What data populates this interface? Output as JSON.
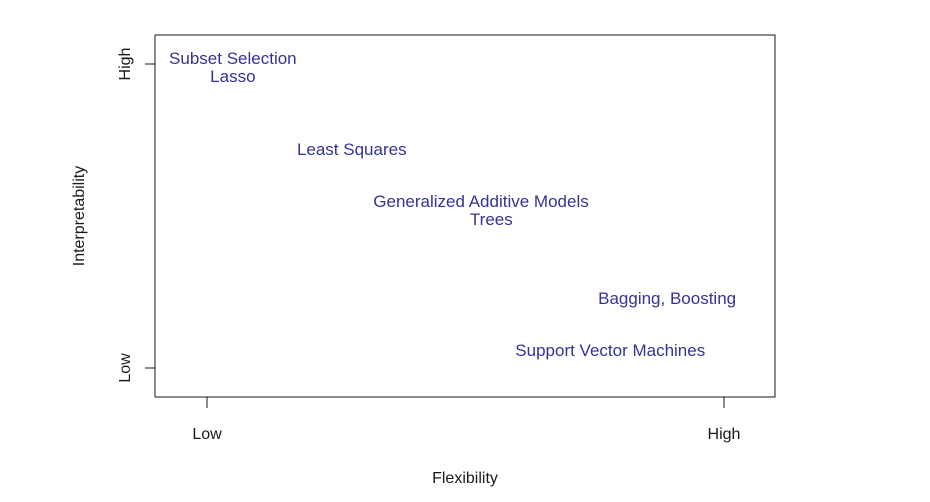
{
  "chart_data": {
    "type": "scatter",
    "title": "",
    "xlabel": "Flexibility",
    "ylabel": "Interpretability",
    "xlim": [
      -0.1,
      1.1
    ],
    "ylim": [
      -0.1,
      1.1
    ],
    "x_ticks": [
      {
        "value": 0,
        "label": "Low"
      },
      {
        "value": 1,
        "label": "High"
      }
    ],
    "y_ticks": [
      {
        "value": 0,
        "label": "Low"
      },
      {
        "value": 1,
        "label": "High"
      }
    ],
    "label_color": "#333399",
    "points": [
      {
        "label": "Subset Selection",
        "x": 0.05,
        "y": 1.02
      },
      {
        "label": "Lasso",
        "x": 0.05,
        "y": 0.96
      },
      {
        "label": "Least Squares",
        "x": 0.28,
        "y": 0.72
      },
      {
        "label": "Generalized Additive Models",
        "x": 0.53,
        "y": 0.55
      },
      {
        "label": "Trees",
        "x": 0.55,
        "y": 0.49
      },
      {
        "label": "Bagging, Boosting",
        "x": 0.89,
        "y": 0.23
      },
      {
        "label": "Support Vector Machines",
        "x": 0.78,
        "y": 0.06
      }
    ],
    "grid": false,
    "legend": "none"
  }
}
